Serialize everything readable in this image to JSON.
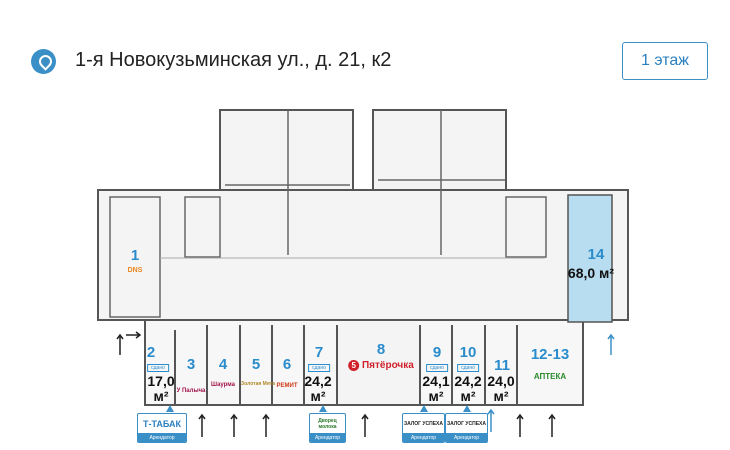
{
  "header": {
    "address": "1-я Новокузьминская ул., д. 21, к2",
    "icon": "location-pin-icon",
    "floor_button": "1 этаж"
  },
  "colors": {
    "accent": "#3a8fc7",
    "highlight": "#b8dcf0"
  },
  "rooms": [
    {
      "id": "1",
      "brand": "DNS"
    },
    {
      "id": "2",
      "status": "сдано",
      "area": "17,0",
      "unit": "м²"
    },
    {
      "id": "3",
      "brand": "У Палыча"
    },
    {
      "id": "4",
      "brand": "Шаурма"
    },
    {
      "id": "5",
      "brand": "Золотая Мята"
    },
    {
      "id": "6",
      "brand": "РЕМИТ"
    },
    {
      "id": "7",
      "status": "сдано",
      "area": "24,2",
      "unit": "м²"
    },
    {
      "id": "8",
      "brand": "Пятёрочка"
    },
    {
      "id": "9",
      "status": "сдано",
      "area": "24,1",
      "unit": "м²"
    },
    {
      "id": "10",
      "status": "сдано",
      "area": "24,2",
      "unit": "м²"
    },
    {
      "id": "11",
      "area": "24,0",
      "unit": "м²"
    },
    {
      "id": "12-13",
      "brand": "АПТЕКА"
    },
    {
      "id": "14",
      "area": "68,0 м²"
    }
  ],
  "tenants": [
    {
      "name": "Т-ТАБАК",
      "role": "Арендатор"
    },
    {
      "name": "Дворец молока",
      "role": "Арендатор"
    },
    {
      "name": "ЗАЛОГ УСПЕХА",
      "role": "Арендатор"
    },
    {
      "name": "ЗАЛОГ УСПЕХА",
      "role": "Арендатор"
    }
  ]
}
